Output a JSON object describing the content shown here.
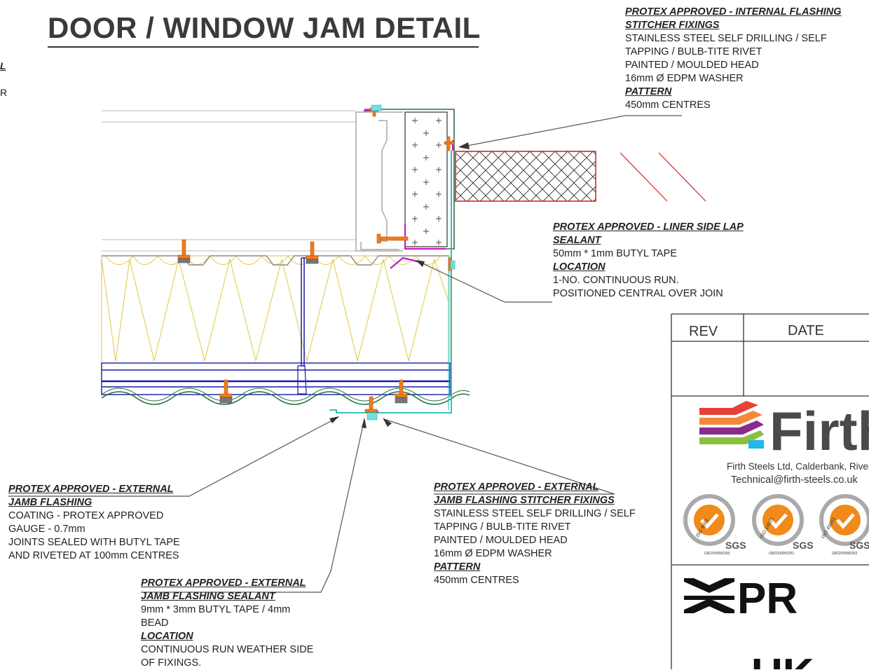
{
  "title": "DOOR / WINDOW JAM DETAIL",
  "left_edge": {
    "fragment_1": "L",
    "fragment_2": "R"
  },
  "notes": {
    "internal_fixings": {
      "heading_1": "PROTEX APPROVED - INTERNAL FLASHING",
      "heading_2": "STITCHER FIXINGS",
      "line_1": "STAINLESS STEEL SELF DRILLING / SELF",
      "line_2": "TAPPING / BULB-TITE RIVET",
      "line_3": "PAINTED / MOULDED HEAD",
      "line_4": "16mm Ø EDPM WASHER",
      "sub_heading": "PATTERN",
      "line_5": "450mm CENTRES"
    },
    "liner_sealant": {
      "heading_1": "PROTEX APPROVED - LINER SIDE LAP",
      "heading_2": "SEALANT",
      "line_1": "50mm * 1mm BUTYL TAPE",
      "sub_heading": "LOCATION",
      "line_2": "1-NO. CONTINUOUS RUN.",
      "line_3": "POSITIONED CENTRAL OVER JOIN"
    },
    "external_flashing": {
      "heading_1": "PROTEX APPROVED - EXTERNAL",
      "heading_2": "JAMB FLASHING",
      "line_1": "COATING - PROTEX APPROVED",
      "line_2": "GAUGE - 0.7mm",
      "line_3": "JOINTS SEALED WITH BUTYL TAPE",
      "line_4": "AND RIVETED AT 100mm CENTRES"
    },
    "external_sealant": {
      "heading_1": "PROTEX APPROVED - EXTERNAL",
      "heading_2": "JAMB FLASHING SEALANT",
      "line_1": "9mm * 3mm BUTYL TAPE / 4mm",
      "line_2": "BEAD",
      "sub_heading": "LOCATION",
      "line_3": "CONTINUOUS RUN WEATHER SIDE",
      "line_4": "OF FIXINGS."
    },
    "external_fixings": {
      "heading_1": "PROTEX APPROVED - EXTERNAL",
      "heading_2": "JAMB FLASHING STITCHER FIXINGS",
      "line_1": "STAINLESS STEEL SELF DRILLING / SELF",
      "line_2": "TAPPING / BULB-TITE RIVET",
      "line_3": "PAINTED / MOULDED HEAD",
      "line_4": "16mm Ø EDPM WASHER",
      "sub_heading": "PATTERN",
      "line_5": "450mm CENTRES"
    }
  },
  "title_block": {
    "rev_label": "REV",
    "date_label": "DATE",
    "company_word": "Firth",
    "address": "Firth Steels Ltd, Calderbank, River",
    "email": "Technical@firth-steels.co.uk",
    "certs": [
      {
        "iso": "ISO 9001",
        "sgs": "SGS",
        "code": "GB22/00000260"
      },
      {
        "iso": "ISO 14001",
        "sgs": "SGS",
        "code": "GB22/00000261"
      },
      {
        "iso": "ISO 45001",
        "sgs": "SGS",
        "code": "GB22/00000262"
      }
    ],
    "brand_word": "PR",
    "brand_word_2": "UK"
  },
  "colors": {
    "title": "#3a3a3a",
    "insulation": "#e8d23a",
    "liner": "#1a1aa8",
    "outer_sheet": "#1f6b3a",
    "flashing": "#1fb8b8",
    "fixing": "#f07c1a",
    "sealant": "#c020c0",
    "frame": "#d01818",
    "leader": "#444444"
  }
}
